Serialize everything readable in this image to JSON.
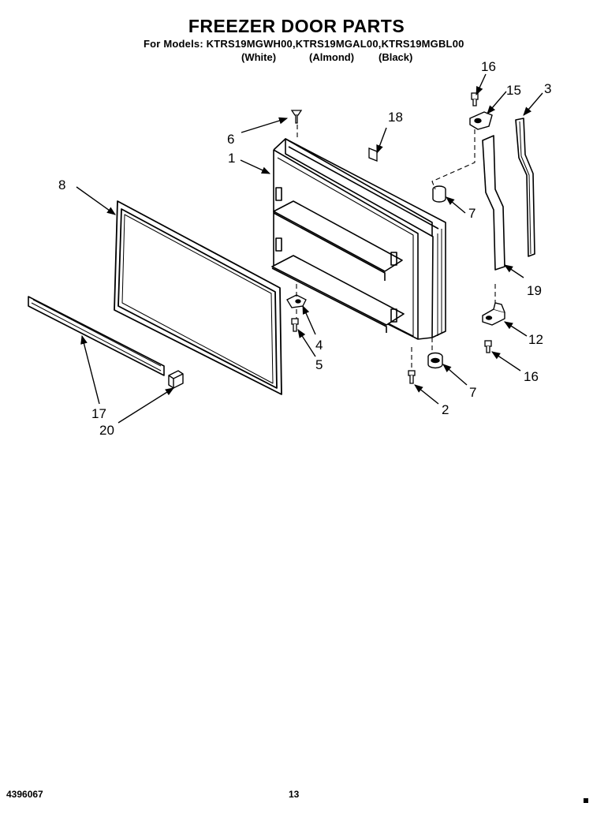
{
  "header": {
    "title": "FREEZER DOOR PARTS",
    "models_line": "For Models: KTRS19MGWH00,KTRS19MGAL00,KTRS19MGBL00",
    "color_white": "(White)",
    "color_almond": "(Almond)",
    "color_black": "(Black)"
  },
  "parts": {
    "p1": "1",
    "p2": "2",
    "p3": "3",
    "p4": "4",
    "p5": "5",
    "p6": "6",
    "p7a": "7",
    "p7b": "7",
    "p8": "8",
    "p12": "12",
    "p15": "15",
    "p16a": "16",
    "p16b": "16",
    "p17": "17",
    "p18": "18",
    "p19": "19",
    "p20": "20"
  },
  "footer": {
    "doc_number": "4396067",
    "page_number": "13"
  }
}
